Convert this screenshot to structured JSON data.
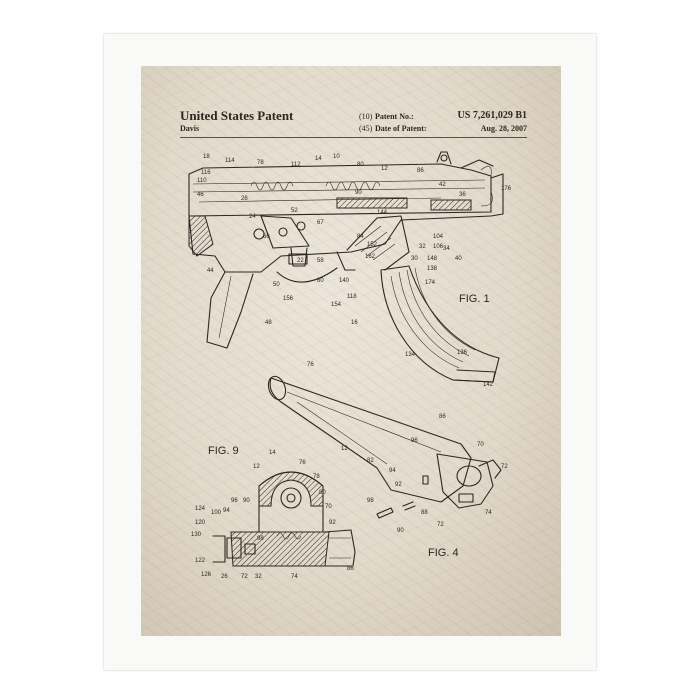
{
  "patent": {
    "title": "United States Patent",
    "inventor": "Davis",
    "patent_no_code": "(10)",
    "patent_no_label": "Patent No.:",
    "patent_no_value": "US 7,261,029 B1",
    "date_code": "(45)",
    "date_label": "Date of Patent:",
    "date_value": "Aug. 28, 2007"
  },
  "figures": {
    "fig1": "FIG. 1",
    "fig9": "FIG. 9",
    "fig4": "FIG. 4"
  },
  "fig1_refs": [
    "18",
    "114",
    "78",
    "112",
    "14",
    "10",
    "80",
    "12",
    "86",
    "116",
    "110",
    "46",
    "26",
    "90",
    "42",
    "36",
    "176",
    "24",
    "52",
    "67",
    "84",
    "144",
    "32",
    "106",
    "34",
    "104",
    "40",
    "66",
    "22",
    "58",
    "152",
    "148",
    "138",
    "30",
    "44",
    "50",
    "60",
    "140",
    "162",
    "174",
    "156",
    "118",
    "154",
    "48",
    "16",
    "134",
    "136",
    "142"
  ],
  "fig4_refs": [
    "76",
    "86",
    "12",
    "96",
    "70",
    "82",
    "94",
    "72",
    "92",
    "98",
    "88",
    "90",
    "72",
    "74"
  ],
  "fig9_refs": [
    "14",
    "76",
    "12",
    "78",
    "80",
    "70",
    "124",
    "100",
    "96",
    "90",
    "94",
    "120",
    "92",
    "130",
    "98",
    "122",
    "126",
    "26",
    "72",
    "32",
    "74",
    "86"
  ],
  "colors": {
    "paper_white": "#ffffff",
    "parchment": "#e6dfd2",
    "ink": "#2b2720"
  }
}
